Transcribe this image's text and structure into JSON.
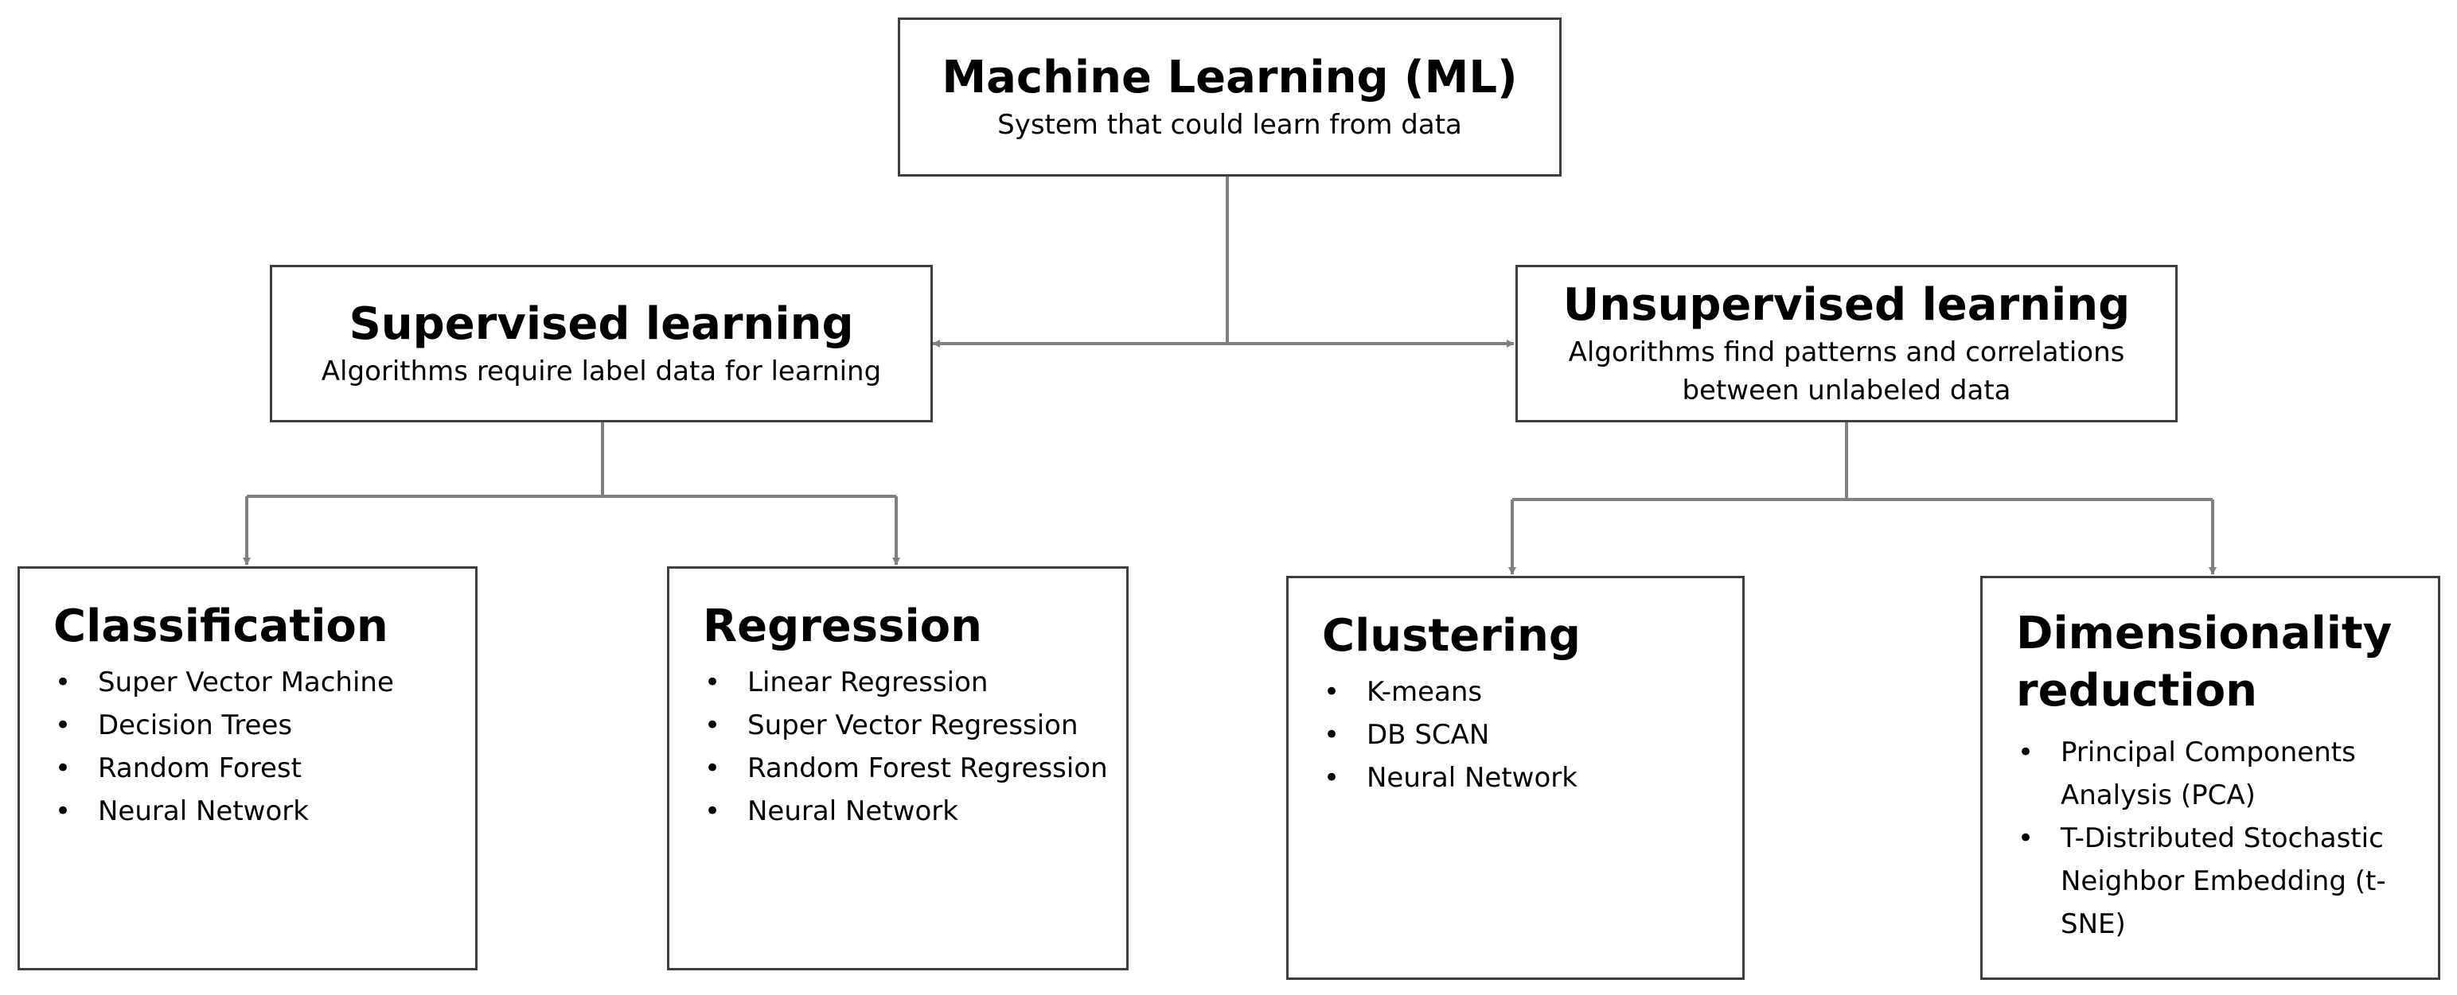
{
  "colors": {
    "box_border": "#3f3f3f",
    "connector": "#808080",
    "text": "#000000"
  },
  "root": {
    "title": "Machine Learning (ML)",
    "subtitle": "System that could learn from data"
  },
  "supervised": {
    "title": "Supervised learning",
    "subtitle": "Algorithms require label data for learning"
  },
  "unsupervised": {
    "title": "Unsupervised learning",
    "subtitle_line1": "Algorithms find patterns and correlations",
    "subtitle_line2": "between unlabeled data"
  },
  "classification": {
    "title": "Classification",
    "items": [
      "Super Vector  Machine",
      "Decision Trees",
      "Random Forest",
      "Neural Network"
    ]
  },
  "regression": {
    "title": "Regression",
    "items": [
      "Linear Regression",
      "Super Vector Regression",
      "Random Forest Regression",
      "Neural Network"
    ]
  },
  "clustering": {
    "title": "Clustering",
    "items": [
      "K-means",
      "DB SCAN",
      "Neural Network"
    ]
  },
  "dimensionality": {
    "title": "Dimensionality reduction",
    "items": [
      "Principal Components Analysis (PCA)",
      "T-Distributed Stochastic Neighbor Embedding (t-SNE)"
    ]
  },
  "bullet_glyph": "•"
}
